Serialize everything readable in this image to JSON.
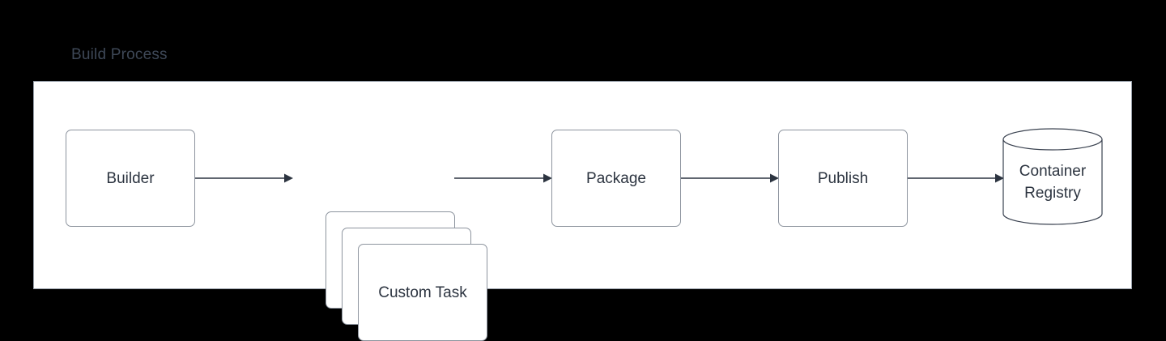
{
  "diagram": {
    "title": "Build Process",
    "title_color": "#3e4857",
    "background_color": "#000000",
    "panel_background": "#ffffff",
    "node_border_color": "#8d949e",
    "node_text_color": "#2c3440",
    "connector_color": "#2c3440",
    "nodes": [
      {
        "id": "builder",
        "label": "Builder",
        "shape": "rounded-rect"
      },
      {
        "id": "custom-task-back",
        "label": "Custom Task",
        "shape": "rounded-rect"
      },
      {
        "id": "custom-task-mid",
        "label": "Custom Task",
        "shape": "rounded-rect"
      },
      {
        "id": "custom-task-front",
        "label": "Custom Task",
        "shape": "rounded-rect"
      },
      {
        "id": "package",
        "label": "Package",
        "shape": "rounded-rect"
      },
      {
        "id": "publish",
        "label": "Publish",
        "shape": "rounded-rect"
      },
      {
        "id": "container-registry",
        "label_line1": "Container",
        "label_line2": "Registry",
        "shape": "cylinder"
      }
    ],
    "connectors": [
      {
        "id": "builder-to-custom-task",
        "from": "builder",
        "to": "custom-task",
        "arrow": "end"
      },
      {
        "id": "custom-task-to-package",
        "from": "custom-task",
        "to": "package",
        "arrow": "end"
      },
      {
        "id": "package-to-publish",
        "from": "package",
        "to": "publish",
        "arrow": "end"
      },
      {
        "id": "publish-to-container-registry",
        "from": "publish",
        "to": "container-registry",
        "arrow": "end"
      }
    ]
  }
}
